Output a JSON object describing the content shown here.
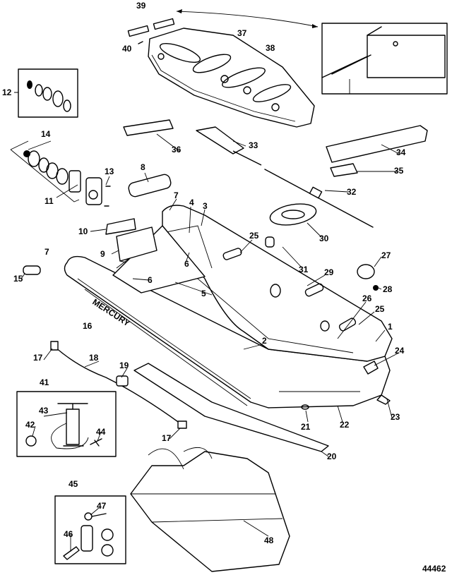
{
  "diagram": {
    "brand_text": "MERCURY",
    "figure_number": "44462",
    "callouts": [
      "39",
      "40",
      "37",
      "38",
      "12",
      "14",
      "13",
      "11",
      "8",
      "36",
      "33",
      "34",
      "35",
      "32",
      "7",
      "4",
      "3",
      "10",
      "9",
      "25",
      "30",
      "27",
      "7",
      "6",
      "6",
      "15",
      "31",
      "28",
      "29",
      "5",
      "26",
      "25",
      "16",
      "1",
      "17",
      "18",
      "19",
      "24",
      "2",
      "41",
      "43",
      "42",
      "44",
      "21",
      "22",
      "23",
      "17",
      "20",
      "45",
      "47",
      "46",
      "48"
    ]
  }
}
